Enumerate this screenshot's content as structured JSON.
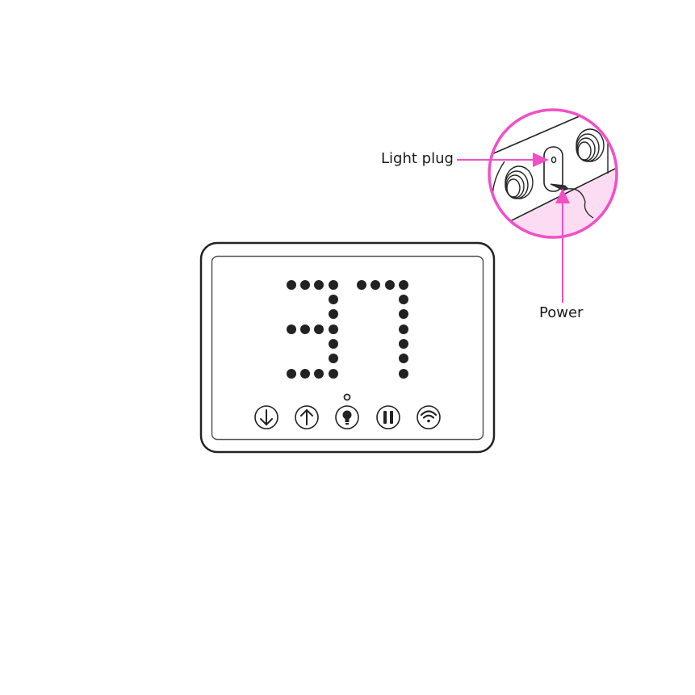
{
  "device": {
    "display_value": "37",
    "digits": [
      "3",
      "7"
    ],
    "buttons": [
      {
        "name": "down",
        "icon": "arrow-down-icon"
      },
      {
        "name": "up",
        "icon": "arrow-up-icon"
      },
      {
        "name": "light",
        "icon": "lightbulb-icon"
      },
      {
        "name": "pause",
        "icon": "pause-icon"
      },
      {
        "name": "wifi",
        "icon": "wifi-icon"
      }
    ],
    "indicator": "light-indicator-led"
  },
  "callouts": {
    "light_plug": "Light plug",
    "power": "Power"
  },
  "colors": {
    "accent": "#f24fc6",
    "accent_fill": "#fcdcf3",
    "ink": "#222222"
  }
}
